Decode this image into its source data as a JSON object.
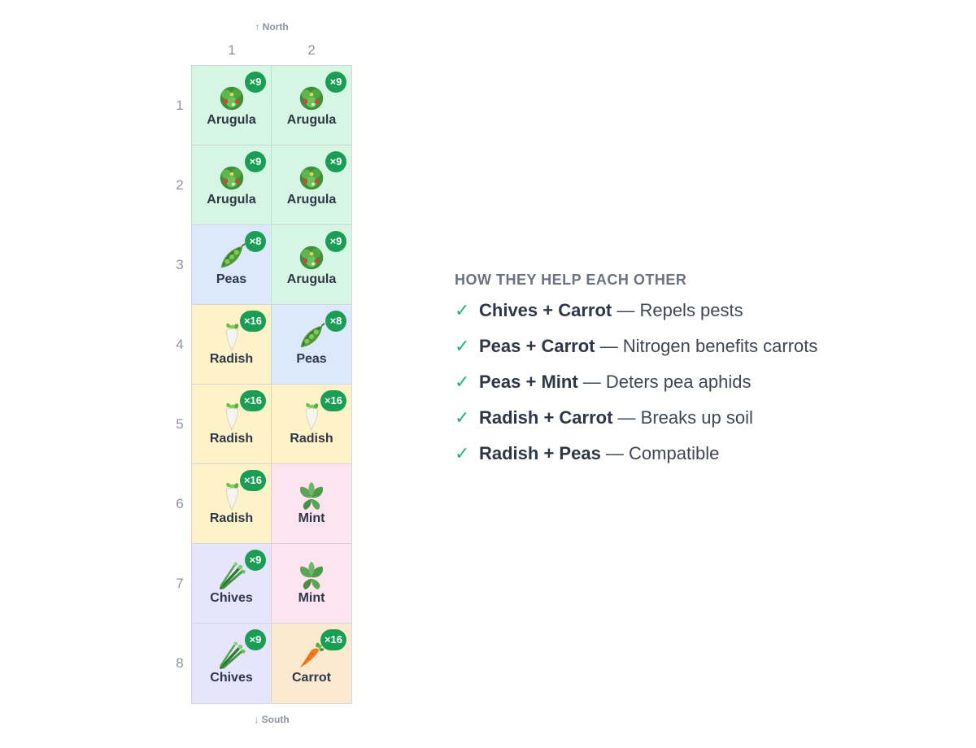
{
  "compass": {
    "north": "↑ North",
    "south": "↓ South"
  },
  "columns": [
    "1",
    "2"
  ],
  "rows": [
    "1",
    "2",
    "3",
    "4",
    "5",
    "6",
    "7",
    "8"
  ],
  "crop_colors": {
    "Arugula": "#d6f5e3",
    "Peas": "#dce8fb",
    "Radish": "#fdf2c8",
    "Mint": "#fde4f0",
    "Chives": "#e7e5fb",
    "Carrot": "#fde9cf"
  },
  "crop_icons": {
    "Arugula": "arugula-icon",
    "Peas": "peas-icon",
    "Radish": "radish-icon",
    "Mint": "mint-icon",
    "Chives": "chives-icon",
    "Carrot": "carrot-icon"
  },
  "cells": [
    {
      "crop": "Arugula",
      "count": "×9"
    },
    {
      "crop": "Arugula",
      "count": "×9"
    },
    {
      "crop": "Arugula",
      "count": "×9"
    },
    {
      "crop": "Arugula",
      "count": "×9"
    },
    {
      "crop": "Peas",
      "count": "×8"
    },
    {
      "crop": "Arugula",
      "count": "×9"
    },
    {
      "crop": "Radish",
      "count": "×16"
    },
    {
      "crop": "Peas",
      "count": "×8"
    },
    {
      "crop": "Radish",
      "count": "×16"
    },
    {
      "crop": "Radish",
      "count": "×16"
    },
    {
      "crop": "Radish",
      "count": "×16"
    },
    {
      "crop": "Mint",
      "count": ""
    },
    {
      "crop": "Chives",
      "count": "×9"
    },
    {
      "crop": "Mint",
      "count": ""
    },
    {
      "crop": "Chives",
      "count": "×9"
    },
    {
      "crop": "Carrot",
      "count": "×16"
    }
  ],
  "benefits": {
    "title": "HOW THEY HELP EACH OTHER",
    "check": "✓",
    "items": [
      {
        "pair": "Chives + Carrot",
        "desc": " — Repels pests"
      },
      {
        "pair": "Peas + Carrot",
        "desc": " — Nitrogen benefits carrots"
      },
      {
        "pair": "Peas + Mint",
        "desc": " — Deters pea aphids"
      },
      {
        "pair": "Radish + Carrot",
        "desc": " — Breaks up soil"
      },
      {
        "pair": "Radish + Peas",
        "desc": " — Compatible"
      }
    ]
  }
}
